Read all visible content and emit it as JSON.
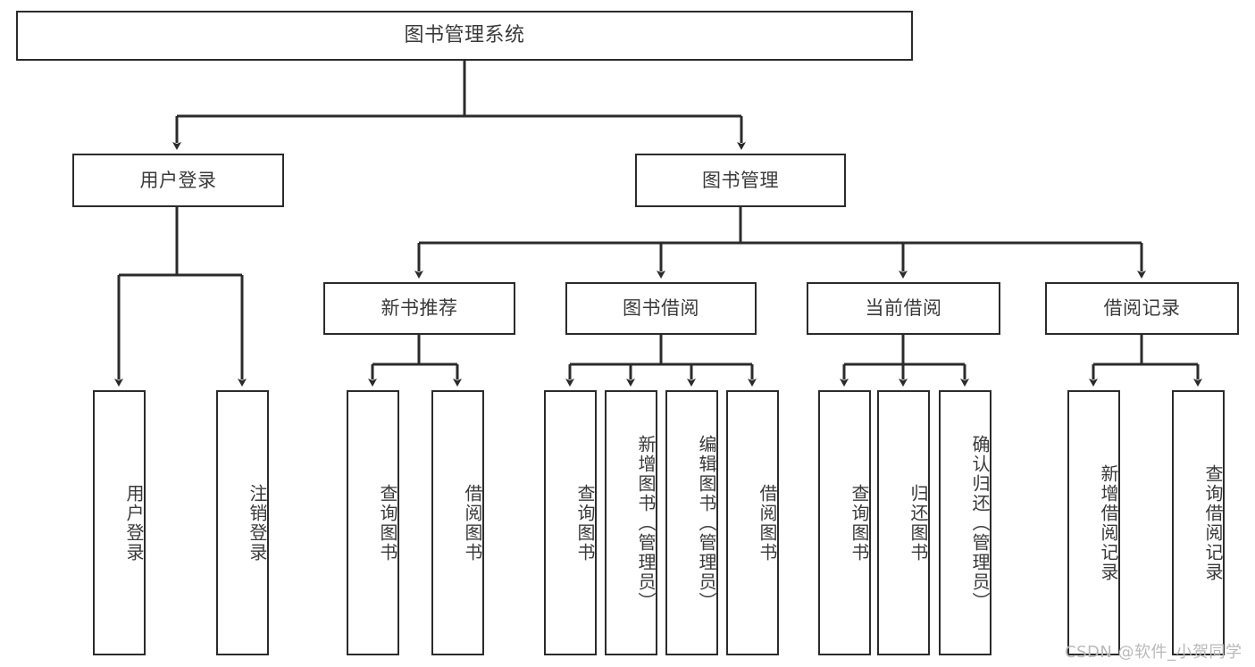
{
  "diagram": {
    "title": "图书管理系统",
    "type": "tree-hierarchy-chart",
    "background": "#ffffff",
    "line_color": "#2b2b2b",
    "text_color": "#3a3a3a"
  },
  "nodes": {
    "root": {
      "label": "图书管理系统"
    },
    "level2": [
      {
        "label": "用户登录"
      },
      {
        "label": "图书管理"
      }
    ],
    "level3": [
      {
        "label": "新书推荐"
      },
      {
        "label": "图书借阅"
      },
      {
        "label": "当前借阅"
      },
      {
        "label": "借阅记录"
      }
    ],
    "leaves": {
      "user_login": [
        {
          "label": "用户登录"
        },
        {
          "label": "注销登录"
        }
      ],
      "new_book": [
        {
          "label": "查询图书"
        },
        {
          "label": "借阅图书"
        }
      ],
      "book_borrow": [
        {
          "label": "查询图书"
        },
        {
          "label": "新增图书（管理员）"
        },
        {
          "label": "编辑图书（管理员）"
        },
        {
          "label": "借阅图书"
        }
      ],
      "current_borrow": [
        {
          "label": "查询图书"
        },
        {
          "label": "归还图书"
        },
        {
          "label": "确认归还（管理员）"
        }
      ],
      "borrow_record": [
        {
          "label": "新增借阅记录"
        },
        {
          "label": "查询借阅记录"
        }
      ]
    }
  },
  "watermark": {
    "text": "CSDN @软件_小贺同学"
  }
}
